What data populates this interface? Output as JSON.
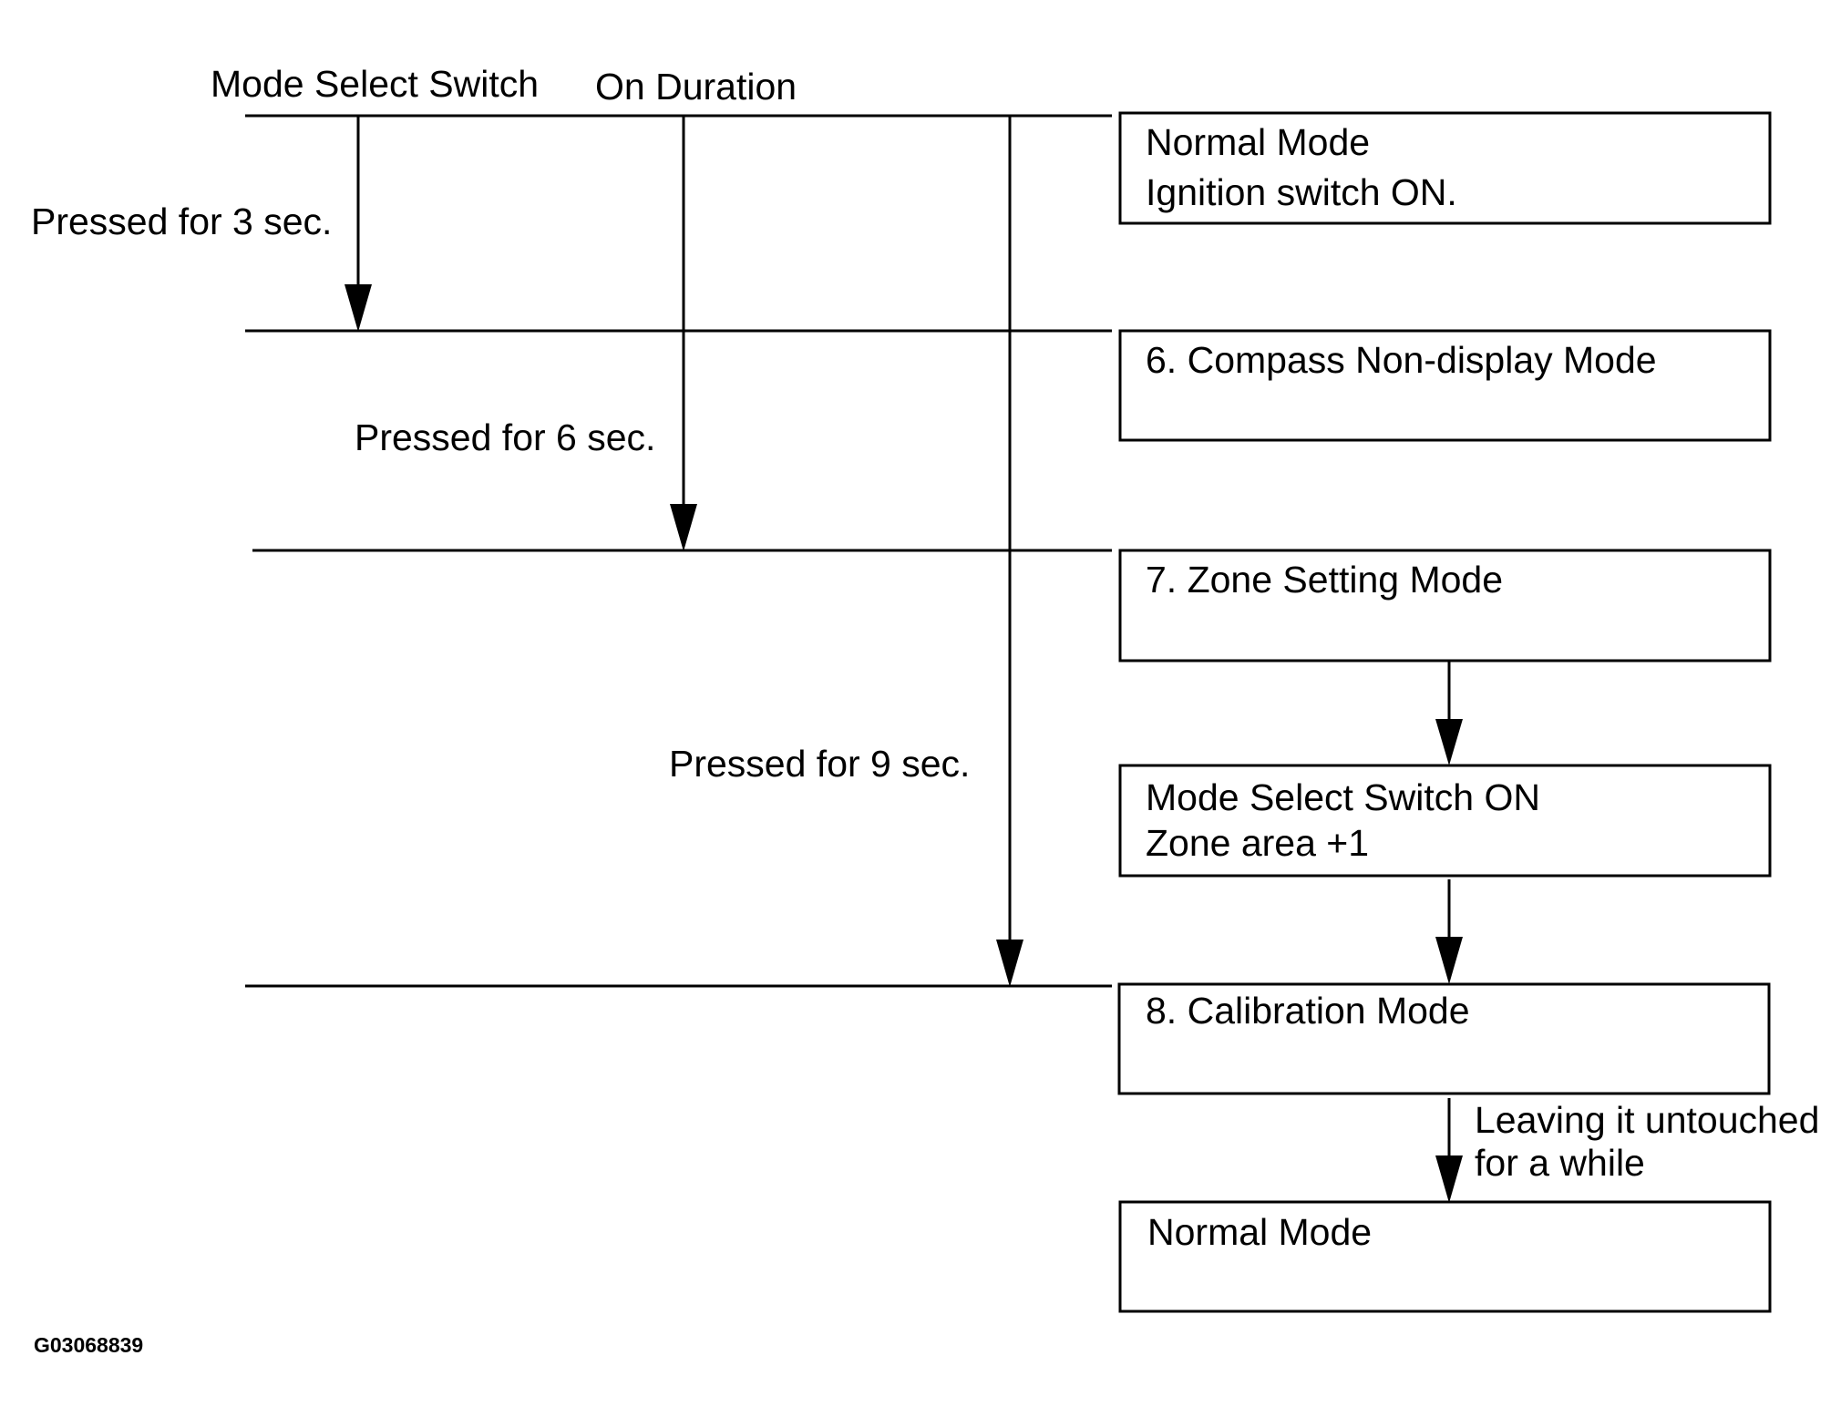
{
  "headers": {
    "mode_select_switch": "Mode Select Switch",
    "on_duration": "On Duration"
  },
  "conditions": {
    "pressed_3": "Pressed for 3 sec.",
    "pressed_6": "Pressed for 6 sec.",
    "pressed_9": "Pressed for 9 sec.",
    "leaving_line1": "Leaving it untouched",
    "leaving_line2": "for a while"
  },
  "boxes": {
    "normal_mode": {
      "line1": "Normal Mode",
      "line2": "Ignition switch ON."
    },
    "compass_non_display": {
      "line1": "6. Compass Non-display Mode"
    },
    "zone_setting": {
      "line1": "7. Zone Setting Mode"
    },
    "mode_select_on": {
      "line1": "Mode Select Switch ON",
      "line2": "Zone area +1"
    },
    "calibration": {
      "line1": "8. Calibration Mode"
    },
    "normal_mode_end": {
      "line1": "Normal Mode"
    }
  },
  "figure_id": "G03068839"
}
